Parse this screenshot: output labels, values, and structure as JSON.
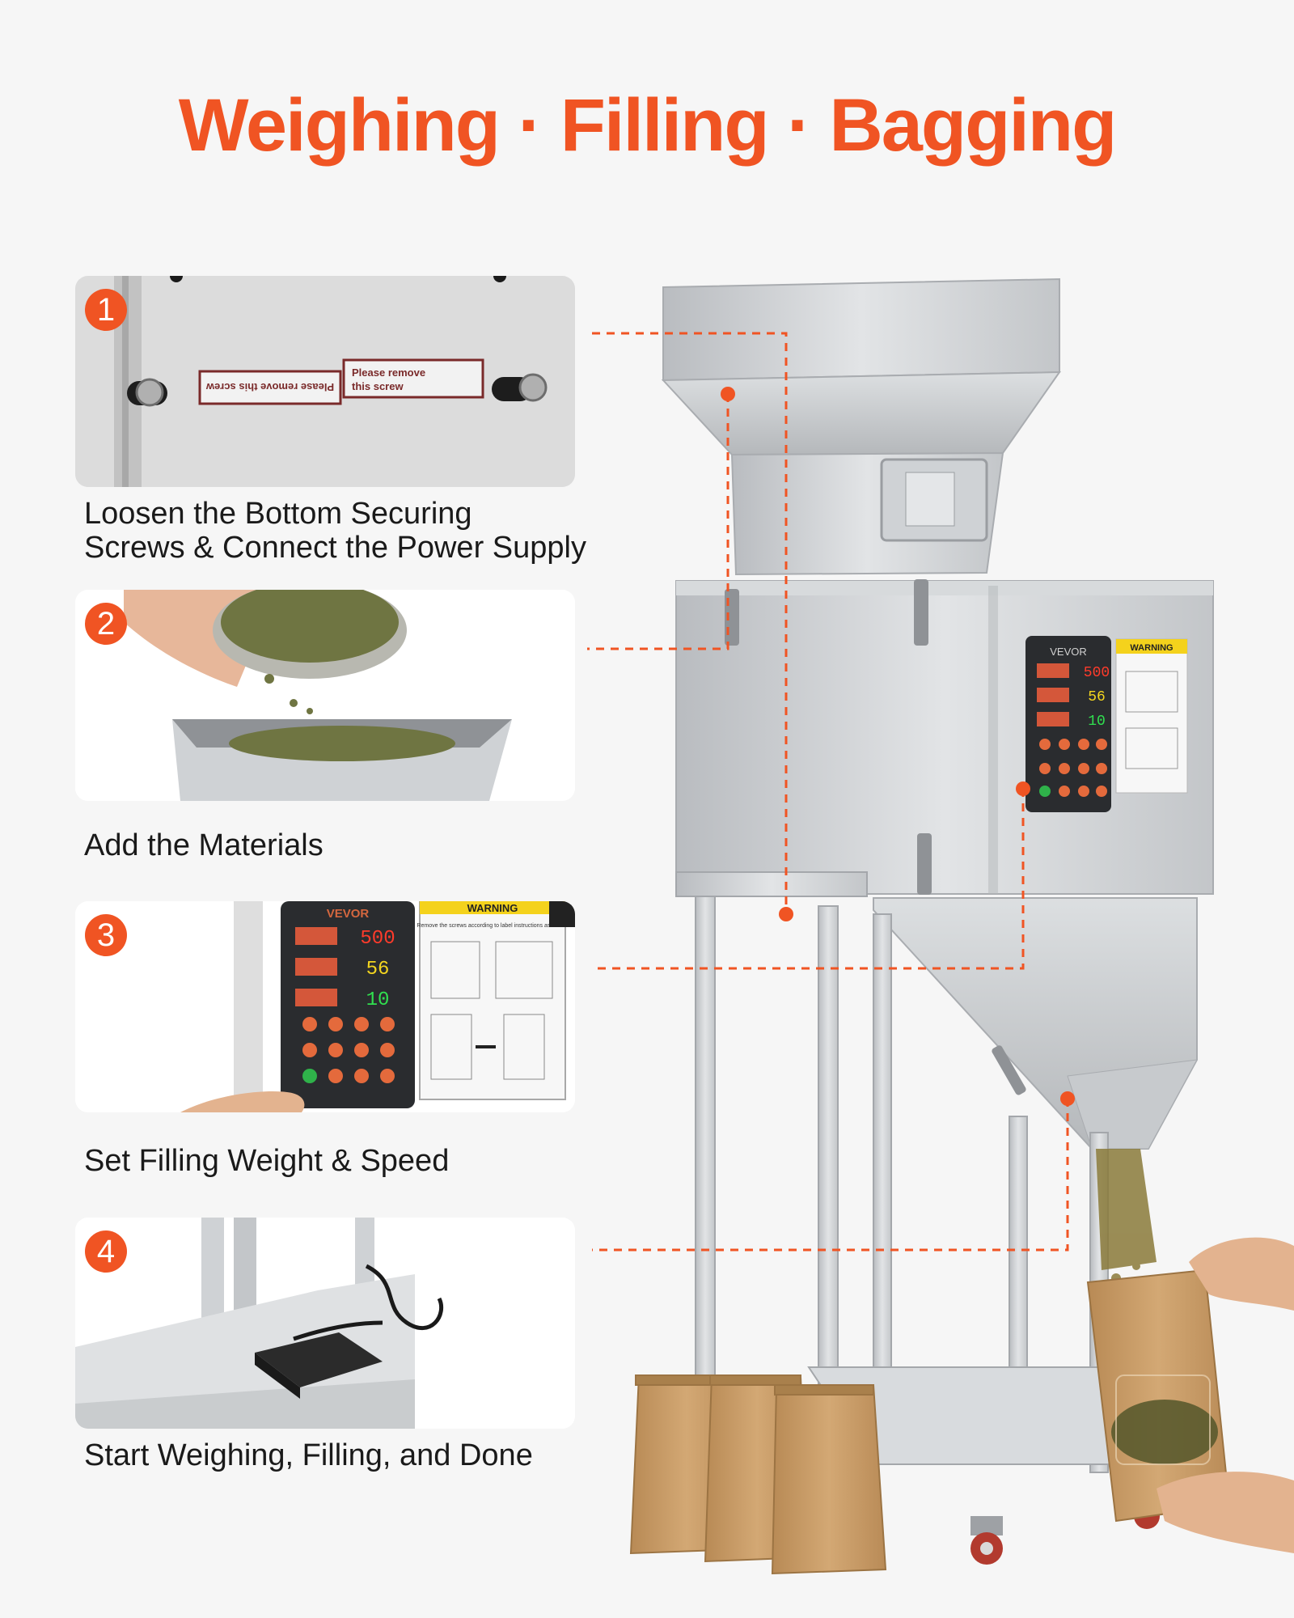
{
  "title": "Weighing · Filling · Bagging",
  "colors": {
    "accent": "#f05423",
    "steel": "#c9cccf",
    "kraft": "#c69a63"
  },
  "steps": [
    {
      "number": "1",
      "caption_line1": "Loosen the Bottom Securing",
      "caption_line2": "Screws & Connect the Power Supply",
      "sticker_left": "Please remove this screw",
      "sticker_right_line1": "Please remove",
      "sticker_right_line2": "this screw"
    },
    {
      "number": "2",
      "caption_line1": "Add the Materials"
    },
    {
      "number": "3",
      "caption_line1": "Set Filling  Weight & Speed",
      "panel_brand": "VEVOR",
      "display_1": "500",
      "display_2": "56",
      "display_3": "10",
      "warning_title": "WARNING",
      "warning_text": "Remove the screws according to label instructions as shown"
    },
    {
      "number": "4",
      "caption_line1": "Start Weighing, Filling, and Done"
    }
  ],
  "machine_panel": {
    "brand": "VEVOR",
    "display_1": "500",
    "display_2": "56",
    "display_3": "10",
    "warning_title": "WARNING"
  }
}
